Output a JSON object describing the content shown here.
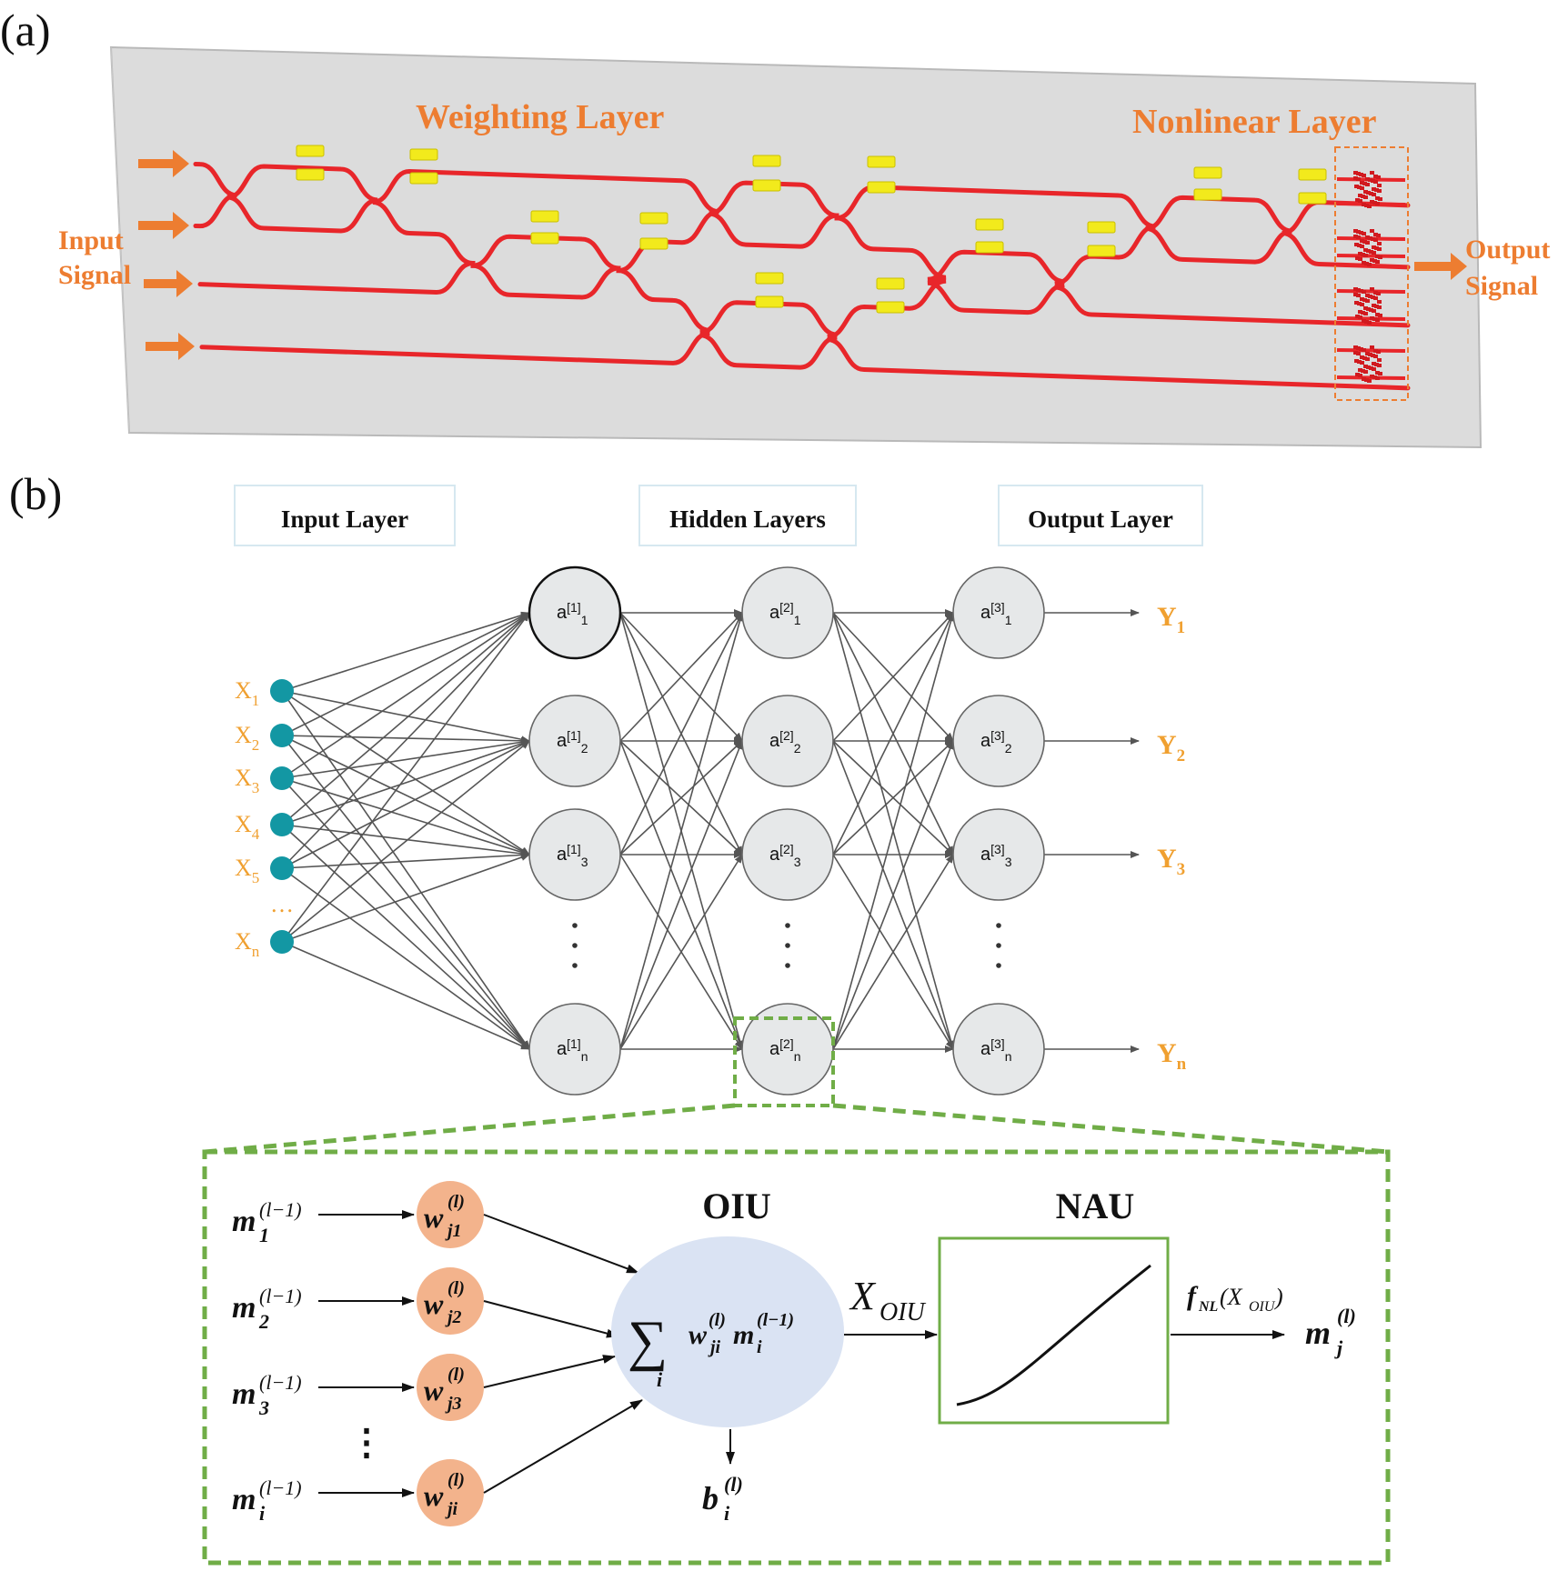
{
  "panel_a": {
    "label": "(a)",
    "weighting_layer": "Weighting Layer",
    "nonlinear_layer": "Nonlinear Layer",
    "input_signal": [
      "Input",
      "Signal"
    ],
    "output_signal": [
      "Output",
      "Signal"
    ]
  },
  "panel_b": {
    "label": "(b)",
    "headers": [
      "Input Layer",
      "Hidden Layers",
      "Output Layer"
    ],
    "inputs": [
      "X1",
      "X2",
      "X3",
      "X4",
      "X5",
      "Xn"
    ],
    "input_ellipsis": "…",
    "layers": [
      [
        "a[1]1",
        "a[1]2",
        "a[1]3",
        "a[1]n"
      ],
      [
        "a[2]1",
        "a[2]2",
        "a[2]3",
        "a[2]n"
      ],
      [
        "a[3]1",
        "a[3]2",
        "a[3]3",
        "a[3]n"
      ]
    ],
    "outputs": [
      "Y1",
      "Y2",
      "Y3",
      "Yn"
    ]
  },
  "detail": {
    "oiu_title": "OIU",
    "nau_title": "NAU",
    "inputs": [
      "m1(l−1)",
      "m2(l−1)",
      "m3(l−1)",
      "mi(l−1)"
    ],
    "weights": [
      "wj1(l)",
      "wj2(l)",
      "wj3(l)",
      "wji(l)"
    ],
    "sum": "Σi wji(l) mi(l−1)",
    "bias": "bi(l)",
    "x_oiu": "XOIU",
    "f_nl": "fNL(XOIU)",
    "output": "mj(l)"
  },
  "colors": {
    "waveguide": "#E8262A",
    "heater": "#F2EA1C",
    "accent_orange": "#ED7D31",
    "io_orange": "#F0A030",
    "input_node": "#1397A3",
    "neuron_fill": "#E6E8E9",
    "dash_green": "#70AD47",
    "weight_fill": "#F3B38C",
    "oiu_fill": "#D9E1F2"
  }
}
